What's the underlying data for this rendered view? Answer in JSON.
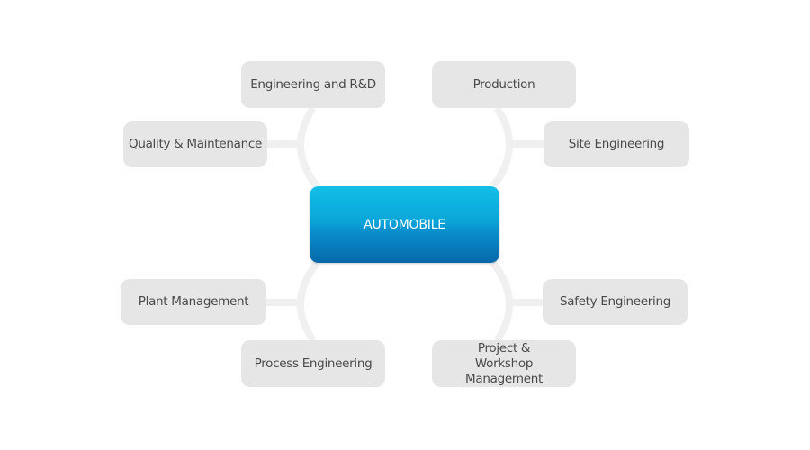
{
  "center": {
    "label": "AUTOMOBILE"
  },
  "nodes": {
    "engineering_rd": "Engineering and R&D",
    "production": "Production",
    "quality_maintenance": "Quality & Maintenance",
    "site_engineering": "Site Engineering",
    "plant_management": "Plant Management",
    "safety_engineering": "Safety Engineering",
    "process_engineering": "Process Engineering",
    "project_workshop": "Project & Workshop Management"
  },
  "colors": {
    "node": "#e6e6e6",
    "connector": "#f0f0f0",
    "center_top": "#12bfe6",
    "center_bottom": "#0668a8"
  }
}
